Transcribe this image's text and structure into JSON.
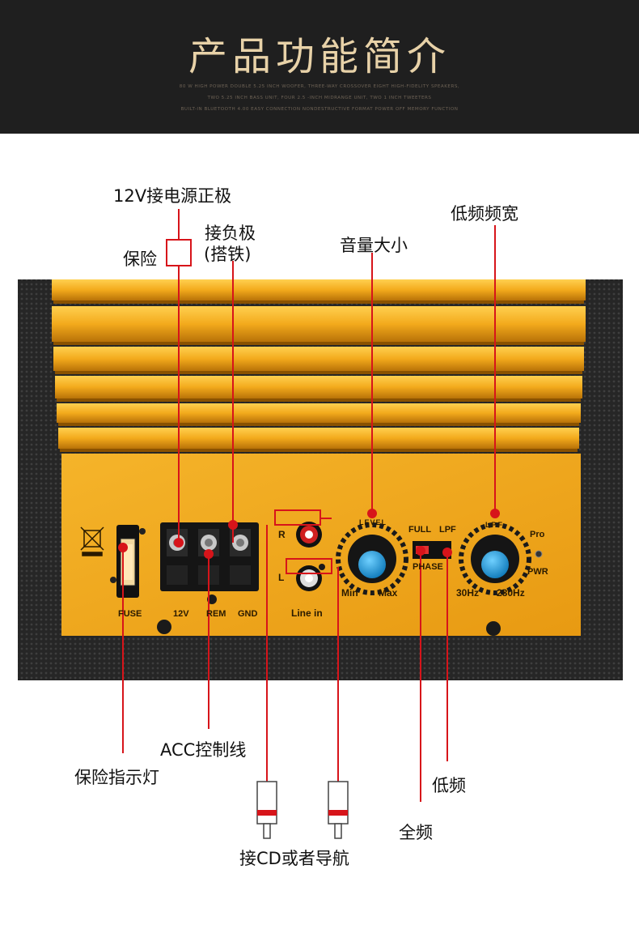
{
  "header": {
    "title": "产品功能简介",
    "subtitle_lines": [
      "80 W HIGH POWER DOUBLE 5.25 INCH WOOFER, THREE-WAY CROSSOVER EIGHT HIGH-FIDELITY SPEAKERS,",
      "TWO 5.25 INCH BASS UNIT, FOUR 2.5 -INCH MIDRANGE UNIT, TWO 1 INCH TWEETERS",
      "BUILT-IN BLUETOOTH 4.00 EASY CONNECTION NONDESTRUCTIVE FORMAT POWER OFF MEMORY FUNCTION"
    ]
  },
  "callouts": {
    "power_positive": "12V接电源正极",
    "fuse": "保险",
    "ground_1": "接负极",
    "ground_2": "(搭铁)",
    "volume": "音量大小",
    "bass_bandwidth": "低频频宽",
    "acc_line": "ACC控制线",
    "fuse_indicator": "保险指示灯",
    "cd_nav": "接CD或者导航",
    "low_freq": "低频",
    "full_freq": "全频"
  },
  "panel": {
    "fuse": "FUSE",
    "v12": "12V",
    "rem": "REM",
    "gnd": "GND",
    "r": "R",
    "l": "L",
    "line_in": "Line in",
    "level": "LEVEL",
    "min": "Min",
    "max": "Max",
    "full": "FULL",
    "lpf": "LPF",
    "phase": "PHASE",
    "lpf_knob": "LPF",
    "hz30": "30Hz",
    "hz280": "280Hz",
    "pro": "Pro",
    "pwr": "PWR"
  },
  "colors": {
    "header_bg": "#1f1f1f",
    "header_title": "#e8d2a8",
    "callout_red": "#d7141a",
    "gold": "#f0a81c",
    "knob_blue": "#1e9ad8",
    "mesh": "#2a2a2a"
  }
}
